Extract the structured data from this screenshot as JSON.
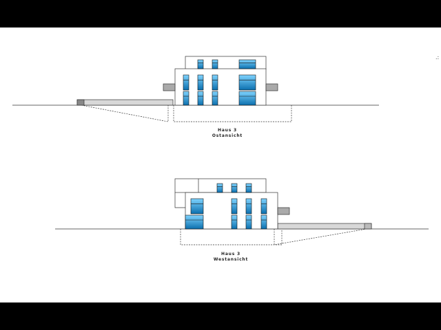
{
  "colors": {
    "background": "#ffffff",
    "frame": "#000000",
    "line": "#333333",
    "window_top": "#7fd4ff",
    "window_bottom": "#0b6fae",
    "ramp_fill": "#d8d8d8"
  },
  "views": [
    {
      "id": "east",
      "title": "Haus 3",
      "subtitle": "Ostansicht"
    },
    {
      "id": "west",
      "title": "Haus 3",
      "subtitle": "Westansicht"
    }
  ],
  "corner_mark": ".:"
}
